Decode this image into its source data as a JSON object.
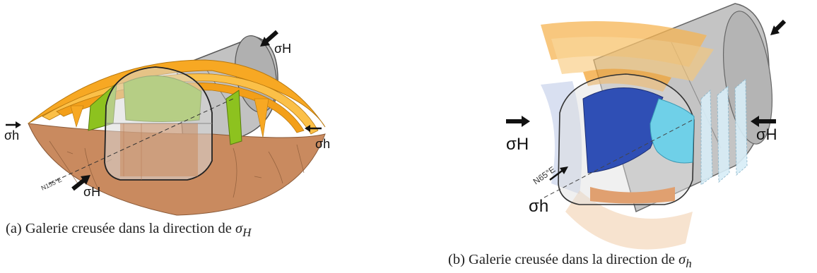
{
  "figures": [
    {
      "id": "a",
      "caption_prefix": "(a) Galerie creusée dans la direction de ",
      "caption_symbol": "σ",
      "caption_sub": "H",
      "orientation_label": "N155°E",
      "stress_labels": {
        "left": "σh",
        "right": "σh",
        "bottom": "σH",
        "top": "σH"
      },
      "colors": {
        "fracture_orange": "#f7a823",
        "fracture_green": "#8dc21f",
        "floor_brown": "#c98a5f",
        "tunnel_grey": "#bdbdbd"
      }
    },
    {
      "id": "b",
      "caption_prefix": "(b) Galerie creusée dans la direction de ",
      "caption_symbol": "σ",
      "caption_sub": "h",
      "orientation_label": "N65°E",
      "stress_labels": {
        "left": "σH",
        "right": "σH",
        "bottom": "σh"
      },
      "colors": {
        "fracture_orange": "#f6b553",
        "fracture_blue": "#2f4fb5",
        "fracture_cyan": "#6fd0e8",
        "floor_brown": "#e0a070",
        "tunnel_grey": "#c4c4c4"
      }
    }
  ]
}
